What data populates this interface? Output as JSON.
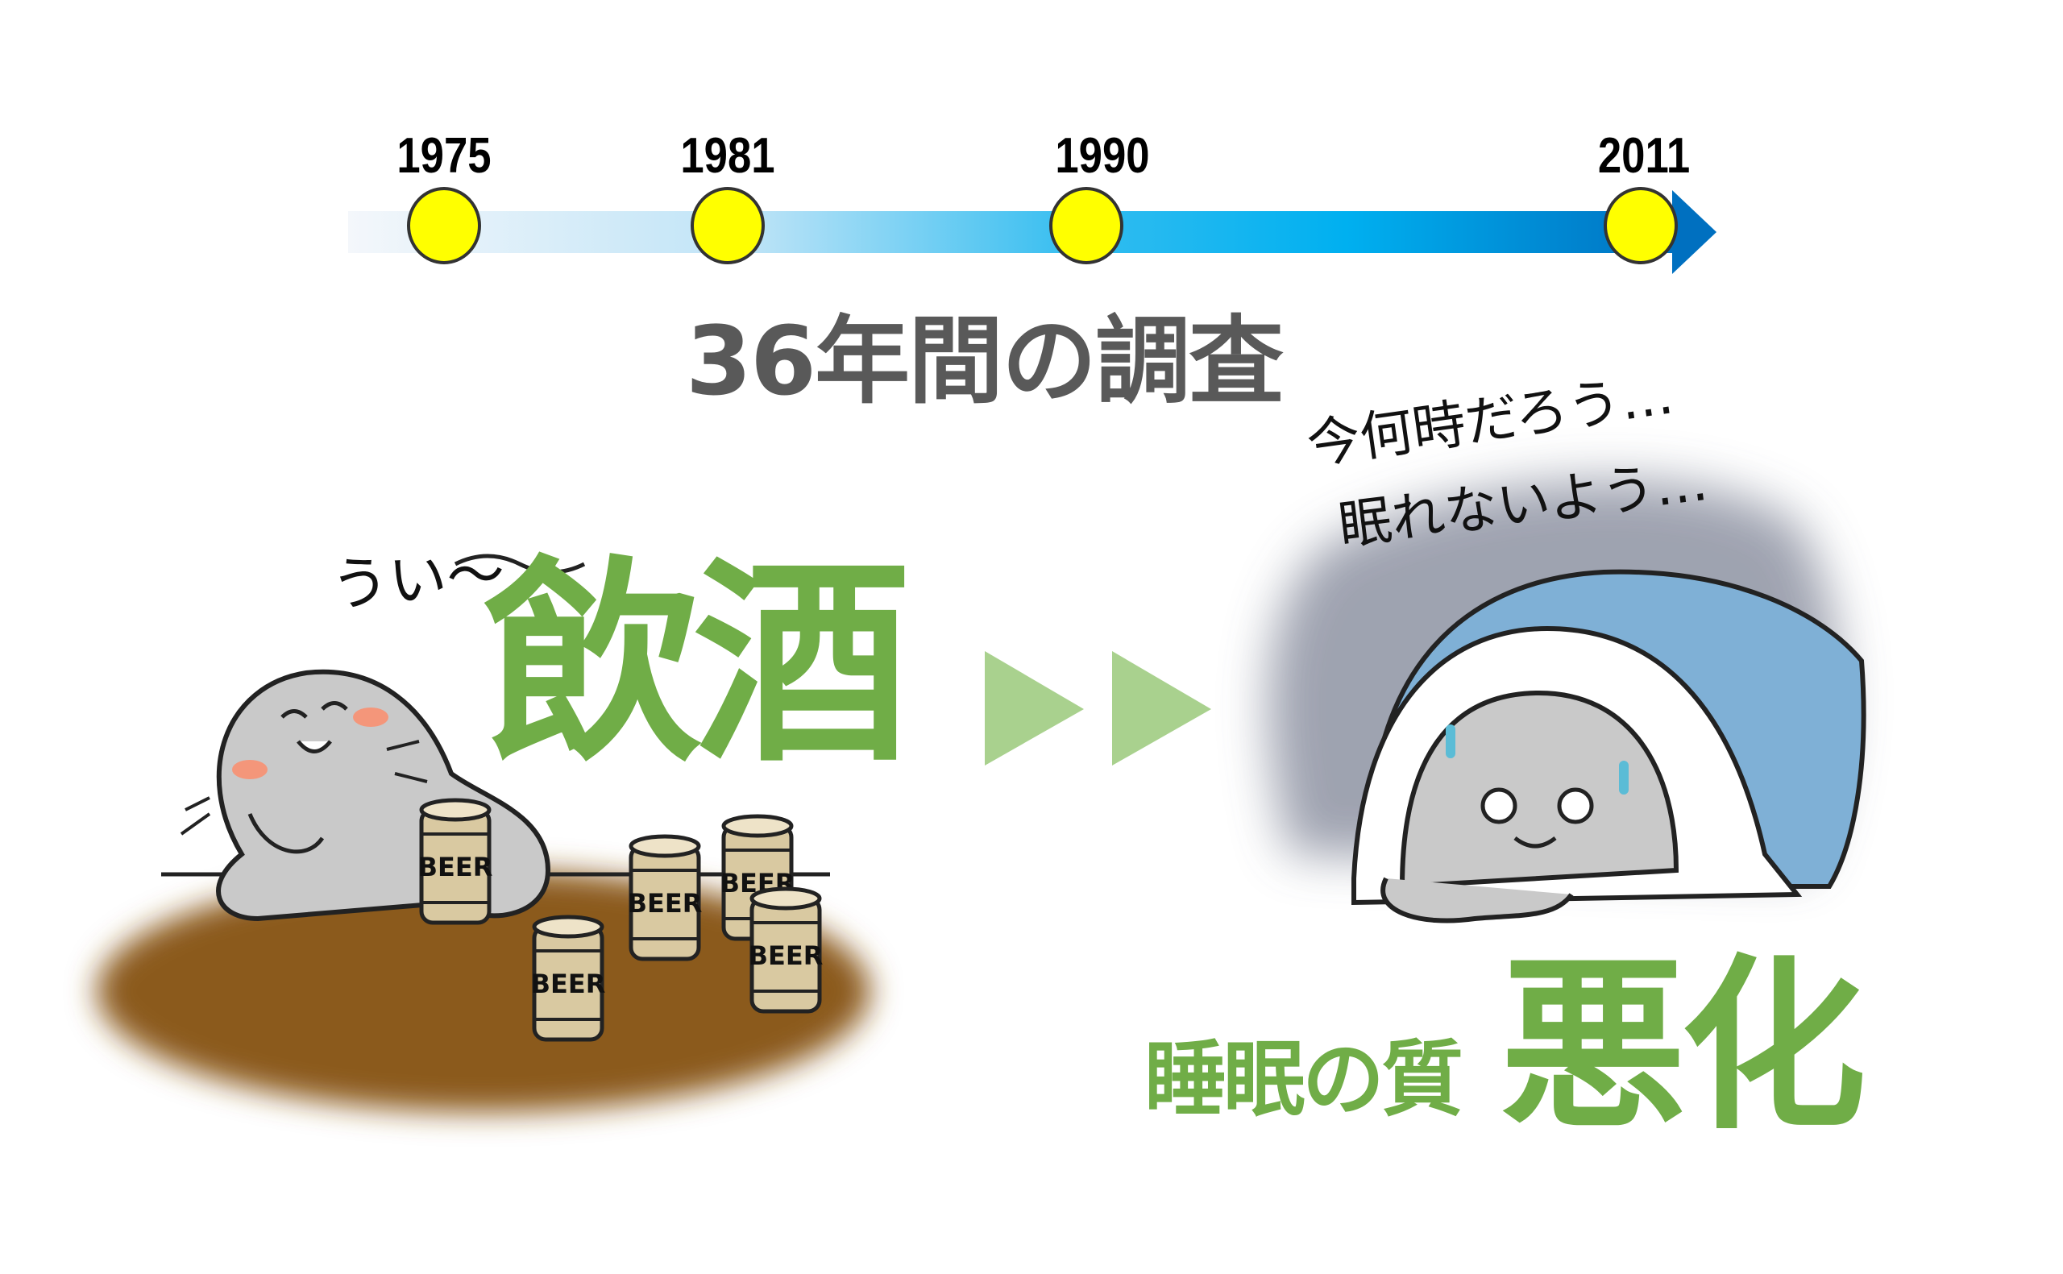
{
  "timeline": {
    "years": [
      "1975",
      "1981",
      "1990",
      "2011"
    ],
    "title": "36年間の調査",
    "colors": {
      "start": "#f2f6fb",
      "mid": "#00b0f0",
      "end": "#0070c0",
      "marker": "#ffff00"
    }
  },
  "left_panel": {
    "speech": "うい〜",
    "heading": "飲酒",
    "can_label": "BEER"
  },
  "arrows": {
    "color": "#a9d18e"
  },
  "right_panel": {
    "thought_1": "今何時だろう…",
    "thought_2": "眠れないよう…",
    "subheading": "睡眠の質",
    "heading": "悪化"
  },
  "colors": {
    "accent": "#70ad47",
    "title": "#595959",
    "table": "#8b5a1e",
    "blanket": "#7fb0d6"
  }
}
